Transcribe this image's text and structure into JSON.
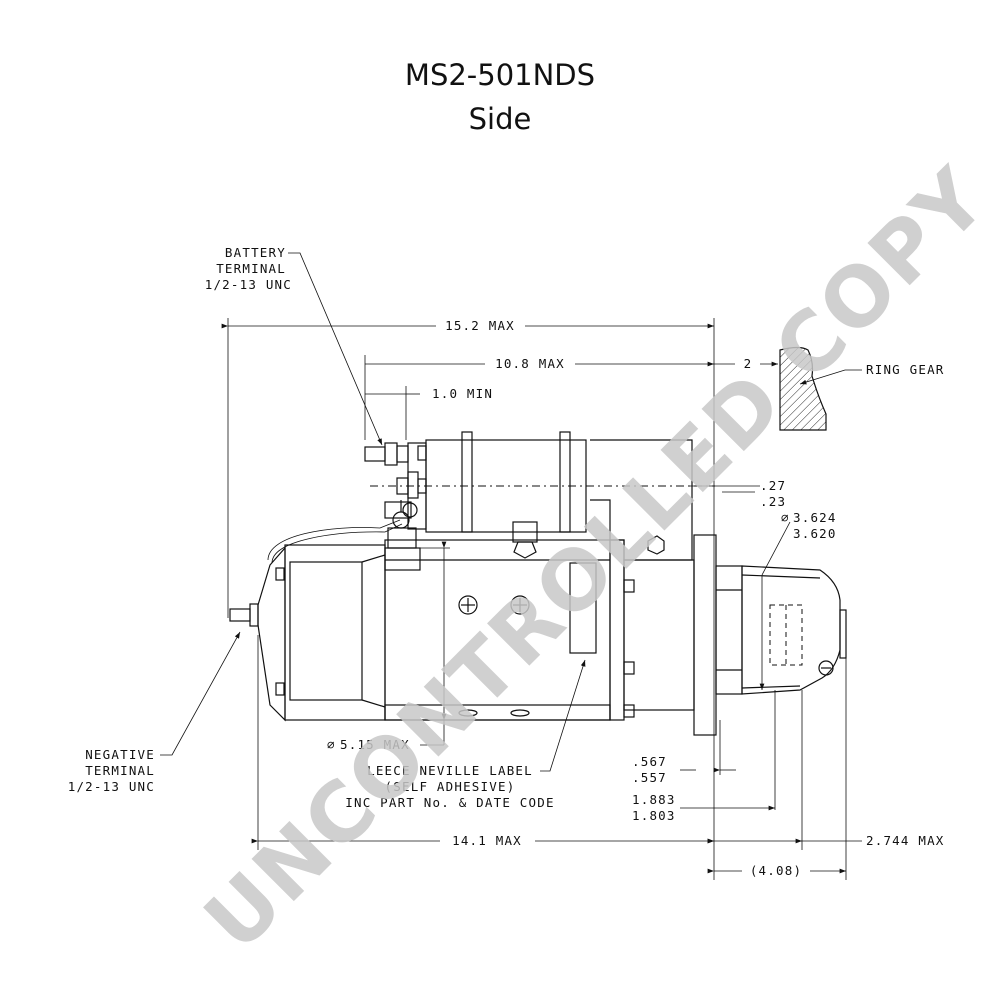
{
  "title": "MS2-501NDS",
  "subtitle": "Side",
  "watermark": "UNCONTROLLED COPY",
  "labels": {
    "battery_terminal": [
      "BATTERY",
      "TERMINAL",
      "1/2-13 UNC"
    ],
    "negative_terminal": [
      "NEGATIVE",
      "TERMINAL",
      "1/2-13 UNC"
    ],
    "ring_gear": "RING GEAR",
    "leece_label": [
      "LEECE NEVILLE LABEL",
      "(SELF ADHESIVE)",
      "INC PART No. & DATE CODE"
    ]
  },
  "dimensions": {
    "overall_max": "15.2 MAX",
    "solenoid_max": "10.8 MAX",
    "min_1": "1.0 MIN",
    "ring_gap": "2",
    "flange_tol": [
      ".27",
      ".23"
    ],
    "pilot_dia": [
      "3.624",
      "3.620"
    ],
    "dia_max": "5.15 MAX",
    "pinion_tol": [
      ".567",
      ".557"
    ],
    "pinion_ext": [
      "1.883",
      "1.803"
    ],
    "body_max": "14.1 MAX",
    "nose_max": "2.744 MAX",
    "nose_ref": "(4.08)"
  },
  "colors": {
    "line": "#111111",
    "watermark": "#c8c8c8"
  }
}
